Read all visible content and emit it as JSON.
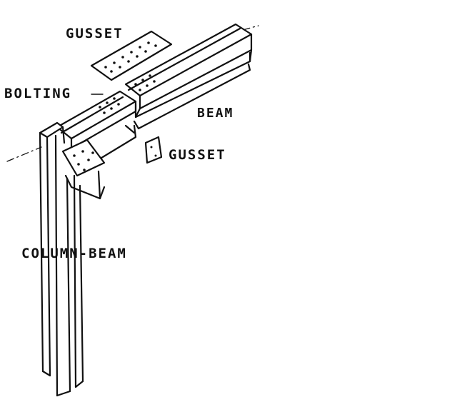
{
  "labels": {
    "gusset_top": "GUSSET",
    "bolting": "BOLTING",
    "beam": "BEAM",
    "gusset_right": "GUSSET",
    "column_beam": "COLUMN-BEAM"
  },
  "colors": {
    "ink": "#111111",
    "background": "#ffffff"
  }
}
